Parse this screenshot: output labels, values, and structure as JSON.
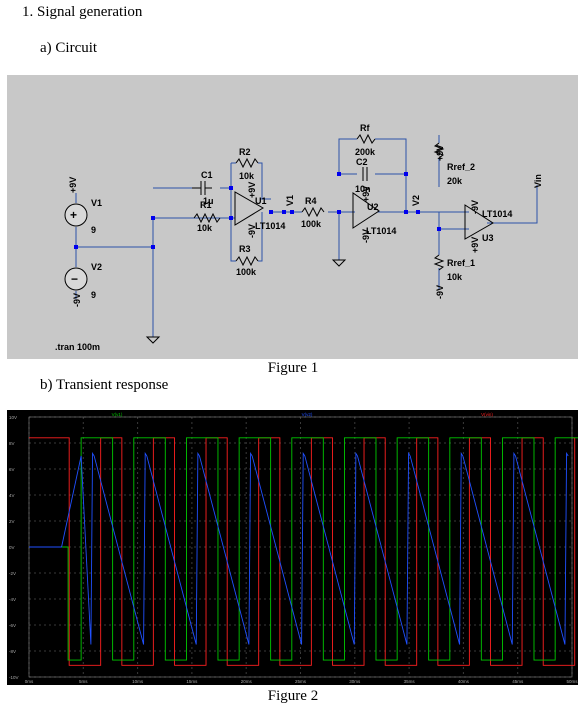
{
  "headings": {
    "section": "1.  Signal generation",
    "sub_a": "a)   Circuit",
    "sub_b": "b)   Transient response"
  },
  "captions": {
    "fig1": "Figure 1",
    "fig2": "Figure 2"
  },
  "schematic": {
    "background": "#c8c8c8",
    "wire_color": "#2b52a8",
    "components": {
      "V1": "V1",
      "V1_val": "9",
      "V2": "V2",
      "V2_val": "9",
      "C1": "C1",
      "C1_val": "1μ",
      "R1": "R1",
      "R1_val": "10k",
      "R2": "R2",
      "R2_val": "10k",
      "R3": "R3",
      "R3_val": "100k",
      "U1": "U1",
      "U1_part": "LT1014",
      "R4": "R4",
      "R4_val": "100k",
      "Rf": "Rf",
      "Rf_val": "200k",
      "C2": "C2",
      "C2_val": "10n",
      "U2": "U2",
      "U2_part": "LT1014",
      "Rref2": "Rref_2",
      "Rref2_val": "20k",
      "Rref1": "Rref_1",
      "Rref1_val": "10k",
      "U3": "U3",
      "U3_part": "LT1014"
    },
    "nets": {
      "p9": "+9V",
      "m9": "-9V",
      "V1": "V1",
      "V2": "V2",
      "Vin": "Vin"
    },
    "directive": ".tran 100m"
  },
  "scope": {
    "background": "#000000",
    "trace_colors": [
      "#00c800",
      "#2050ff",
      "#ff2020"
    ],
    "legend": [
      {
        "name": "V(v1)",
        "color": "#00c800"
      },
      {
        "name": "V(v2)",
        "color": "#2050ff"
      },
      {
        "name": "V(vin)",
        "color": "#ff2020"
      }
    ],
    "y_ticks": [
      "10V",
      "8V",
      "6V",
      "4V",
      "2V",
      "0V",
      "-2V",
      "-4V",
      "-6V",
      "-8V",
      "-10V"
    ],
    "x_ticks": [
      "0ms",
      "5ms",
      "10ms",
      "15ms",
      "20ms",
      "25ms",
      "30ms",
      "35ms",
      "40ms",
      "45ms",
      "50ms"
    ]
  }
}
